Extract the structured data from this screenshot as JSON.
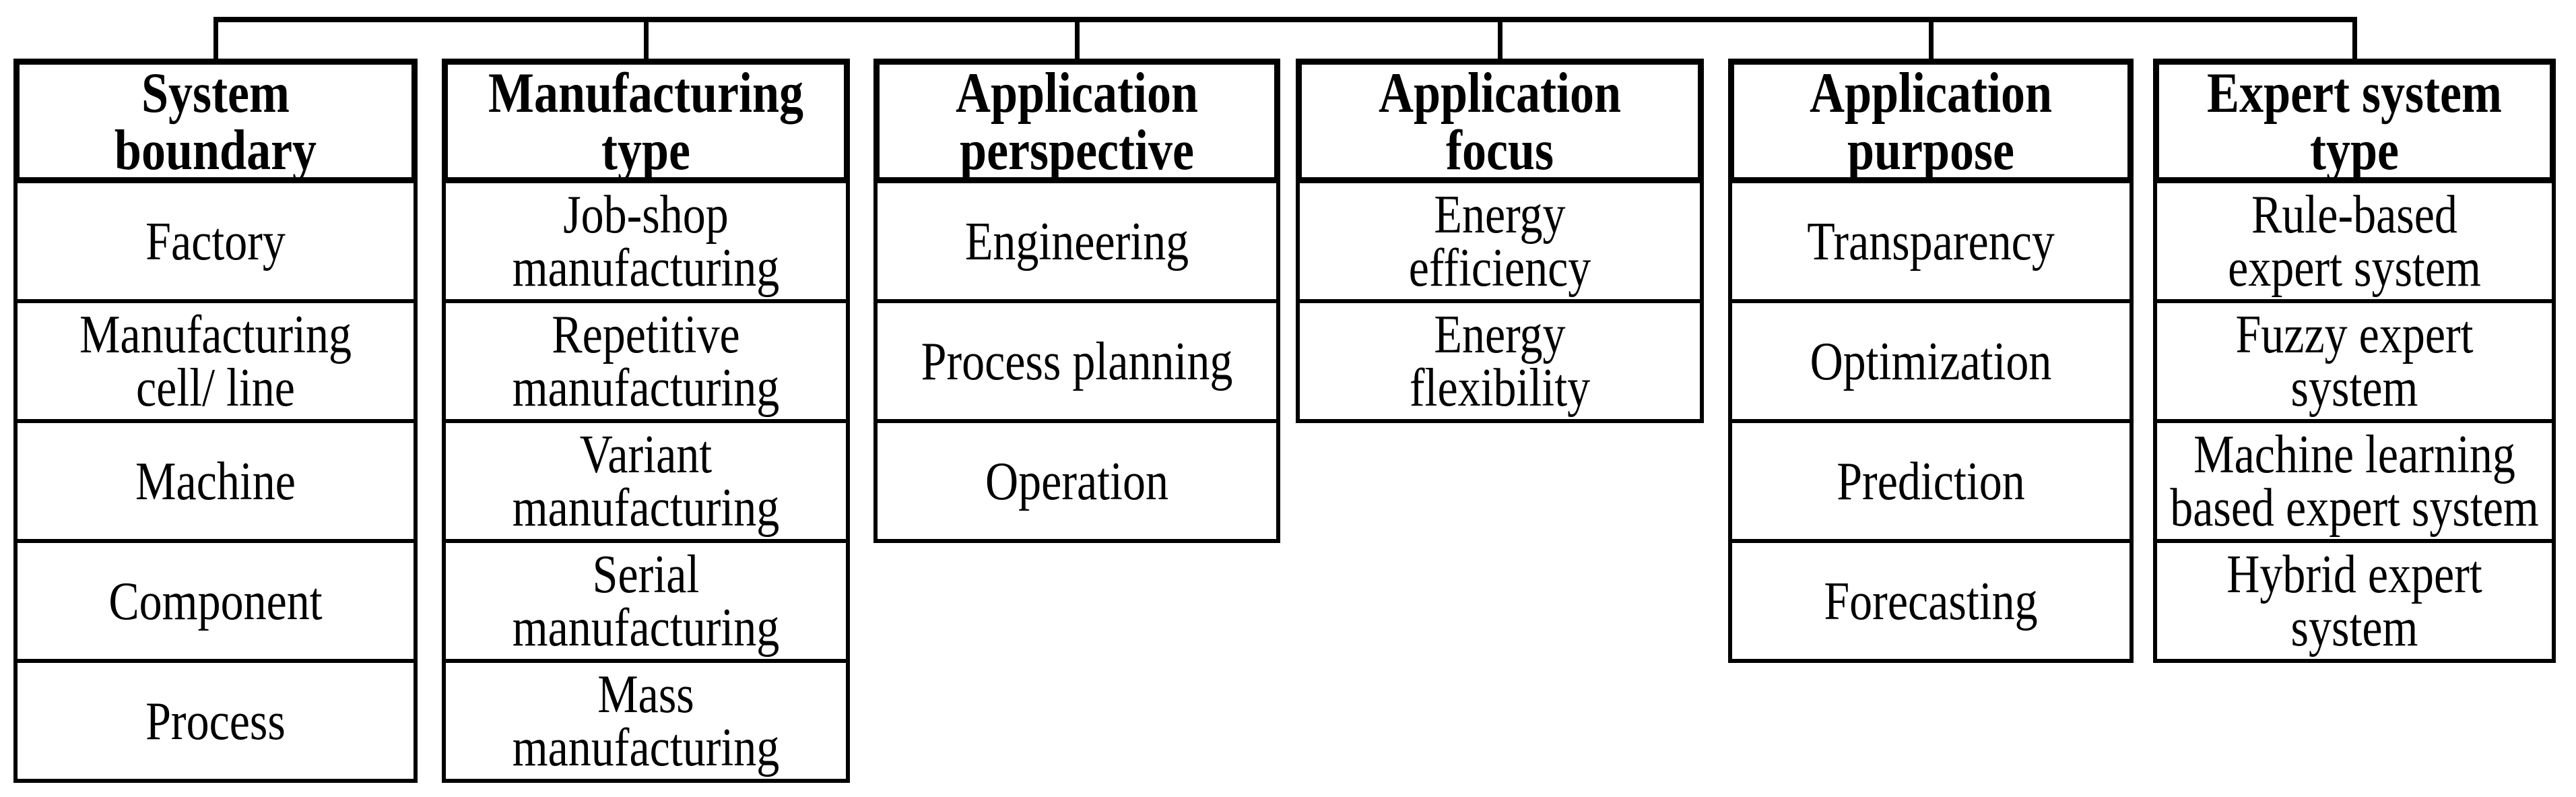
{
  "figure": {
    "type": "taxonomy-tree-diagram",
    "background_color": "#ffffff",
    "line_color": "#000000"
  },
  "columns": [
    {
      "header": "System\nboundary",
      "items": [
        "Factory",
        "Manufacturing\ncell/ line",
        "Machine",
        "Component",
        "Process"
      ]
    },
    {
      "header": "Manufacturing\ntype",
      "items": [
        "Job-shop\nmanufacturing",
        "Repetitive\nmanufacturing",
        "Variant\nmanufacturing",
        "Serial\nmanufacturing",
        "Mass\nmanufacturing"
      ]
    },
    {
      "header": "Application\nperspective",
      "items": [
        "Engineering",
        "Process planning",
        "Operation"
      ]
    },
    {
      "header": "Application\nfocus",
      "items": [
        "Energy\nefficiency",
        "Energy\nflexibility"
      ]
    },
    {
      "header": "Application\npurpose",
      "items": [
        "Transparency",
        "Optimization",
        "Prediction",
        "Forecasting"
      ]
    },
    {
      "header": "Expert system\ntype",
      "items": [
        "Rule-based\nexpert system",
        "Fuzzy expert\nsystem",
        "Machine learning\nbased expert system",
        "Hybrid expert\nsystem"
      ]
    }
  ]
}
